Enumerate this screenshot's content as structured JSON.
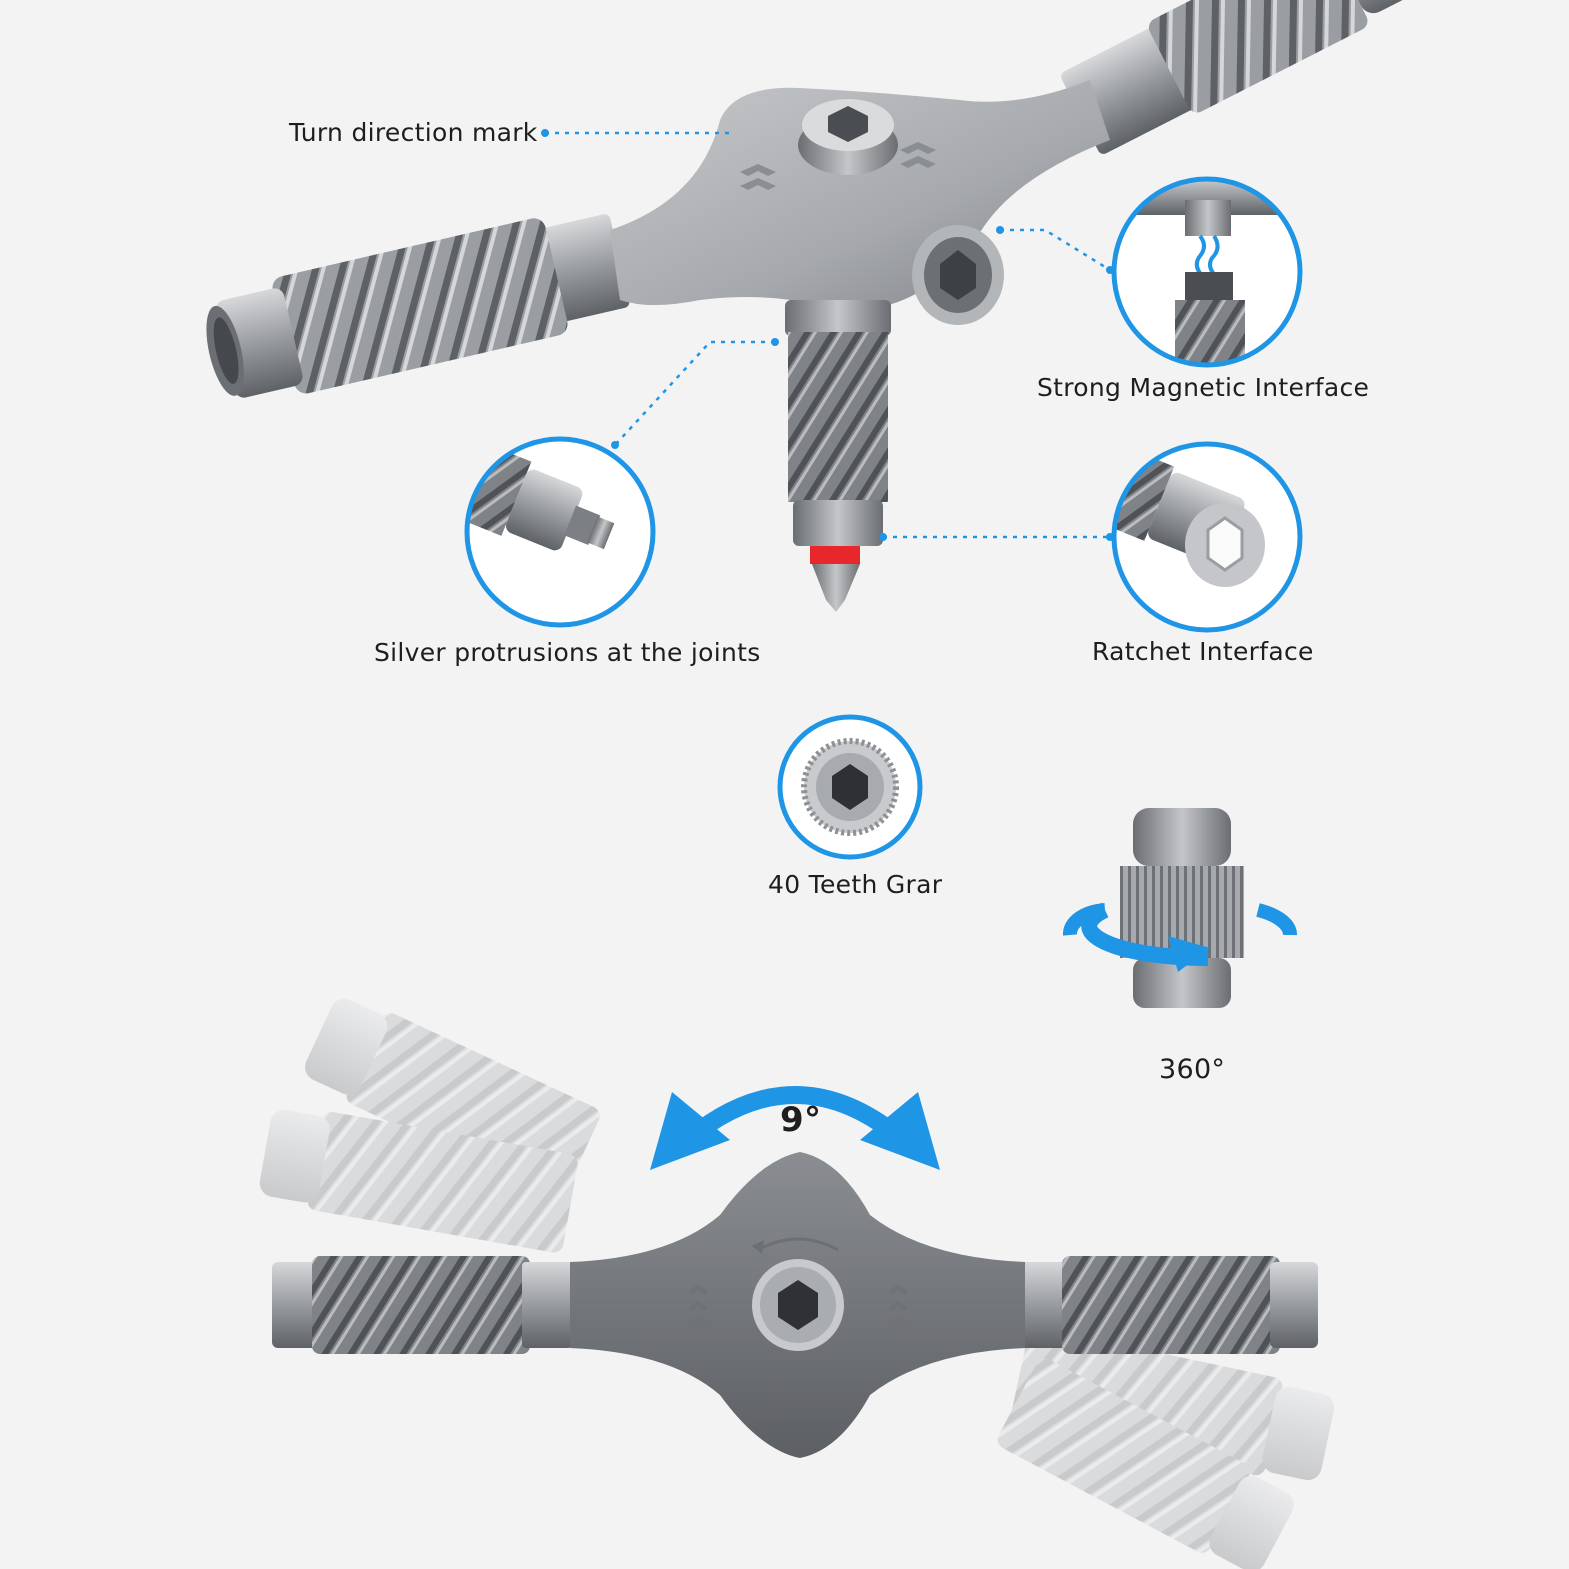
{
  "callouts": {
    "turn_direction": "Turn direction mark",
    "magnetic": "Strong Magnetic Interface",
    "protrusions": "Silver protrusions at the joints",
    "ratchet": "Ratchet Interface",
    "gear": "40 Teeth Grar",
    "rotation": "360°",
    "swing": "9°"
  },
  "colors": {
    "accent": "#1f95e6",
    "metal": "#8f9296",
    "metal_light": "#c9cbce",
    "metal_dark": "#5b5e62",
    "background": "#f3f3f4",
    "tip_ring": "#e8272c"
  },
  "icons": [
    "rotation-arrow-icon",
    "swing-arrow-icon",
    "hex-socket-icon",
    "gear-ring-icon"
  ]
}
